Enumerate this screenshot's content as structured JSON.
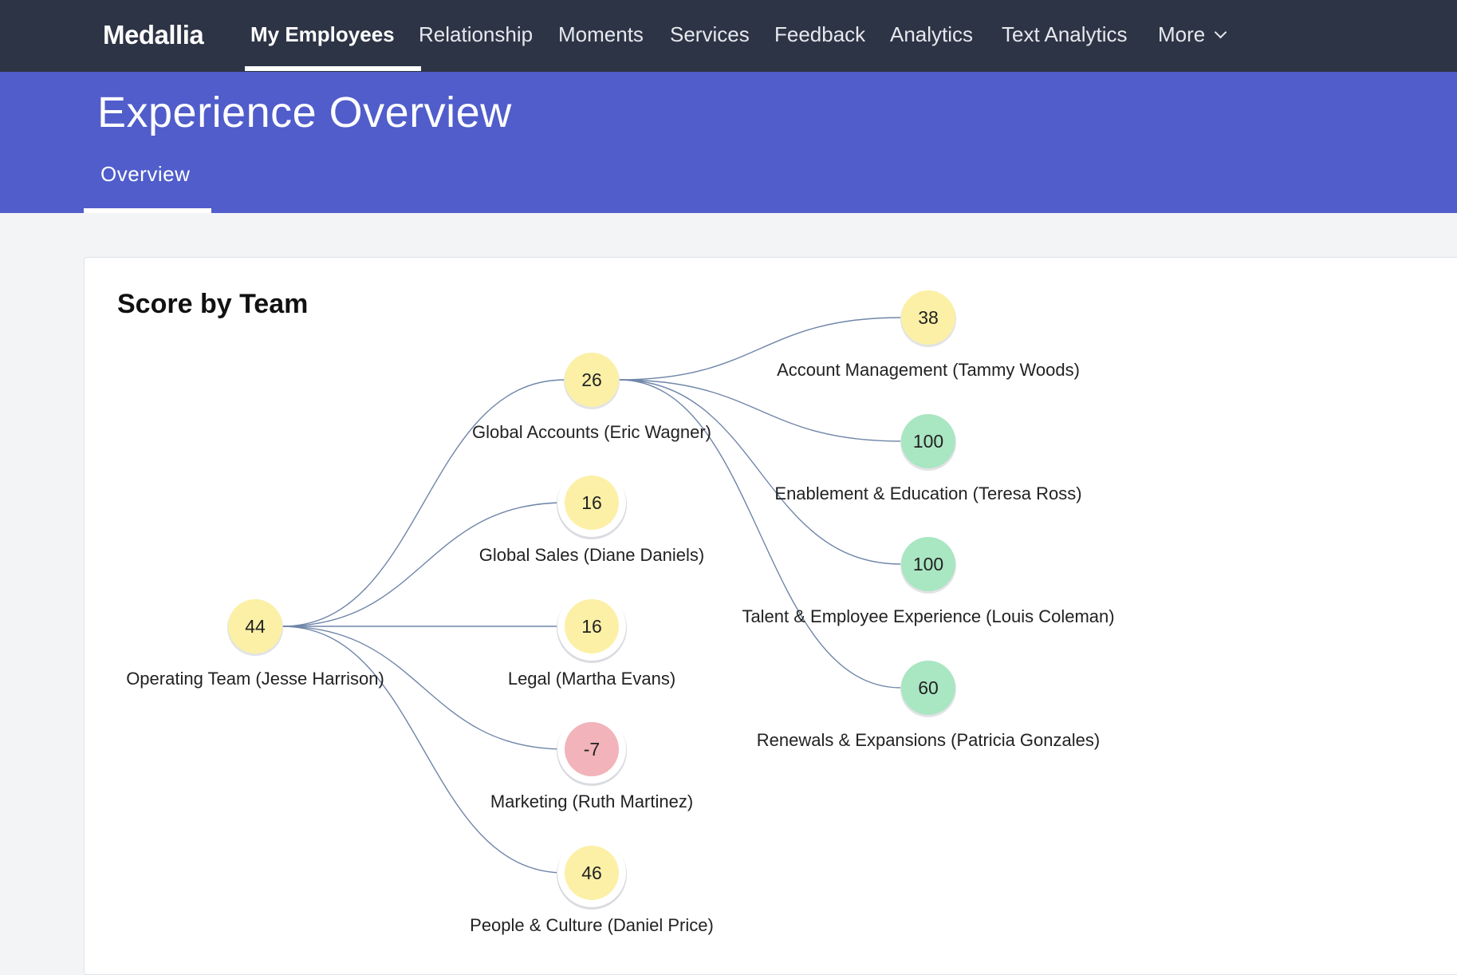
{
  "app": {
    "logo": "Medallia"
  },
  "nav": {
    "items": [
      {
        "label": "My Employees",
        "active": true
      },
      {
        "label": "Relationship"
      },
      {
        "label": "Moments"
      },
      {
        "label": "Services"
      },
      {
        "label": "Feedback"
      },
      {
        "label": "Analytics"
      },
      {
        "label": "Text Analytics"
      },
      {
        "label": "More"
      }
    ]
  },
  "page": {
    "title": "Experience Overview",
    "tabs": [
      {
        "label": "Overview",
        "active": true
      }
    ]
  },
  "card": {
    "title": "Score by Team"
  },
  "colors": {
    "score_yellow": "#fbf0a6",
    "score_green": "#a9e6c2",
    "score_red": "#f2b3ba",
    "link": "#6f86a8"
  },
  "chart_data": {
    "type": "tree",
    "nodes": [
      {
        "id": "operating",
        "name": "Operating Team (Jesse Harrison)",
        "score": 44,
        "status": "yellow",
        "parent": null
      },
      {
        "id": "global-accounts",
        "name": "Global Accounts (Eric Wagner)",
        "score": 26,
        "status": "yellow",
        "parent": "operating"
      },
      {
        "id": "global-sales",
        "name": "Global Sales (Diane Daniels)",
        "score": 16,
        "status": "yellow",
        "parent": "operating"
      },
      {
        "id": "legal",
        "name": "Legal (Martha Evans)",
        "score": 16,
        "status": "yellow",
        "parent": "operating"
      },
      {
        "id": "marketing",
        "name": "Marketing (Ruth Martinez)",
        "score": -7,
        "status": "red",
        "parent": "operating"
      },
      {
        "id": "people-culture",
        "name": "People & Culture (Daniel Price)",
        "score": 46,
        "status": "yellow",
        "parent": "operating"
      },
      {
        "id": "account-management",
        "name": "Account Management (Tammy Woods)",
        "score": 38,
        "status": "yellow",
        "parent": "global-accounts"
      },
      {
        "id": "enablement",
        "name": "Enablement & Education (Teresa Ross)",
        "score": 100,
        "status": "green",
        "parent": "global-accounts"
      },
      {
        "id": "talent",
        "name": "Talent & Employee Experience (Louis Coleman)",
        "score": 100,
        "status": "green",
        "parent": "global-accounts"
      },
      {
        "id": "renewals",
        "name": "Renewals & Expansions (Patricia Gonzales)",
        "score": 60,
        "status": "green",
        "parent": "global-accounts"
      }
    ]
  }
}
